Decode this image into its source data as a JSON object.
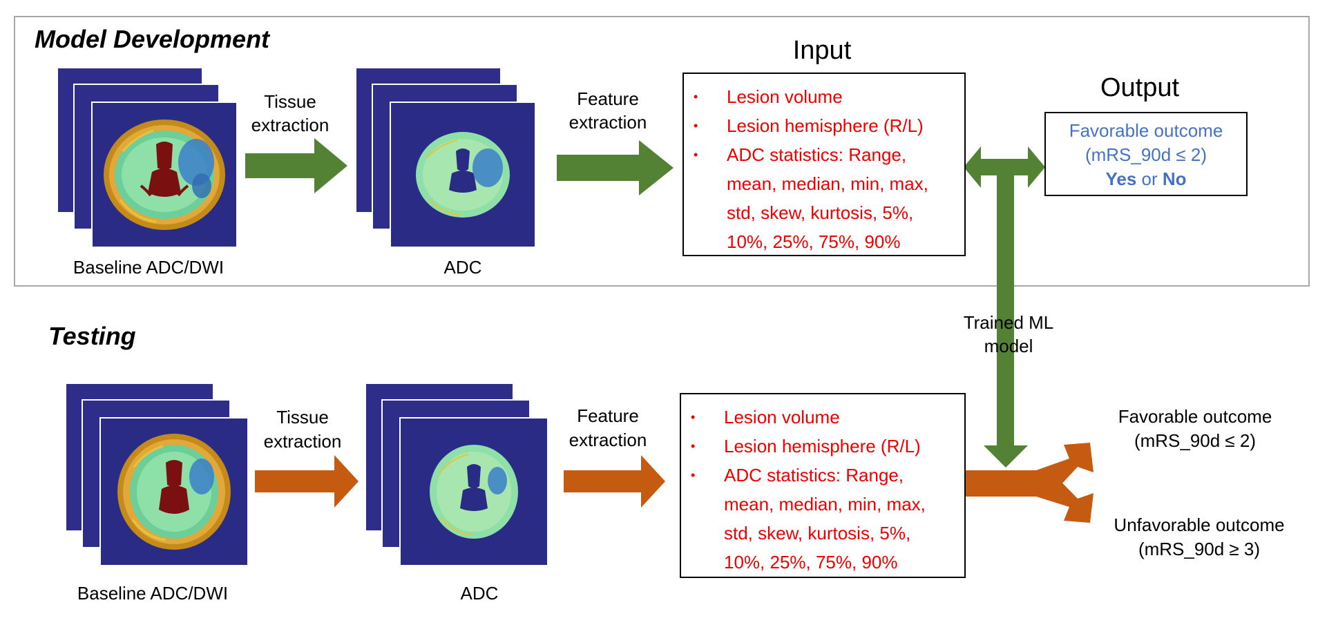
{
  "sections": {
    "development_title": "Model Development",
    "testing_title": "Testing"
  },
  "development": {
    "baseline_label": "Baseline ADC/DWI",
    "tissue_label_line1": "Tissue",
    "tissue_label_line2": "extraction",
    "adc_label": "ADC",
    "feature_label_line1": "Feature",
    "feature_label_line2": "extraction",
    "input_header": "Input",
    "output_header": "Output",
    "features": [
      "Lesion volume",
      "Lesion hemisphere (R/L)",
      "ADC statistics: Range,",
      "mean, median, min, max,",
      "std, skew, kurtosis, 5%,",
      "10%, 25%, 75%, 90%"
    ],
    "output_line1": "Favorable outcome",
    "output_line2": "(mRS_90d ≤ 2)",
    "output_yes": "Yes",
    "output_or": " or ",
    "output_no": "No",
    "arrow_color": "#548235"
  },
  "link": {
    "trained_line1": "Trained ML",
    "trained_line2": "model"
  },
  "testing": {
    "baseline_label": "Baseline ADC/DWI",
    "tissue_label_line1": "Tissue",
    "tissue_label_line2": "extraction",
    "adc_label": "ADC",
    "feature_label_line1": "Feature",
    "feature_label_line2": "extraction",
    "features": [
      "Lesion volume",
      "Lesion hemisphere (R/L)",
      "ADC statistics: Range,",
      "mean, median, min, max,",
      "std, skew, kurtosis, 5%,",
      "10%, 25%, 75%, 90%"
    ],
    "favorable_line1": "Favorable outcome",
    "favorable_line2": "(mRS_90d ≤ 2)",
    "unfavorable_line1": "Unfavorable outcome",
    "unfavorable_line2": "(mRS_90d ≥ 3)",
    "arrow_color": "#c55a11"
  },
  "colors": {
    "slide_background": "#2a2b85",
    "feature_text": "#ee0000",
    "output_text": "#4472c4"
  }
}
